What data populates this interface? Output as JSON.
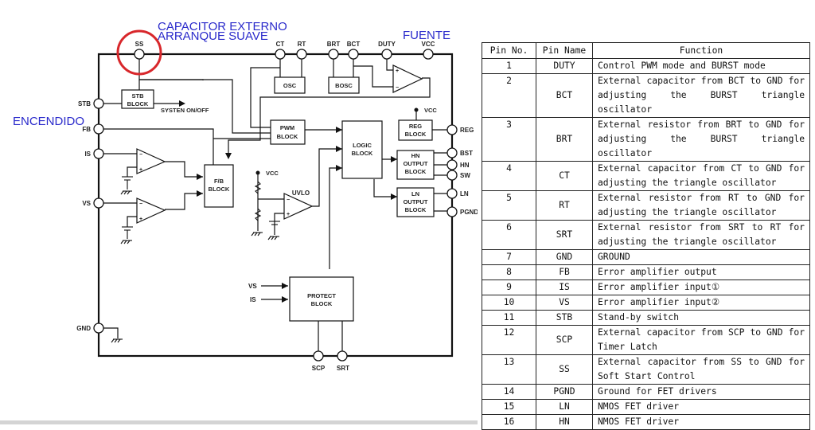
{
  "annotations": {
    "capacitor_line1": "CAPACITOR EXTERNO",
    "capacitor_line2": "ARRANQUE SUAVE",
    "fuente": "FUENTE",
    "encendido": "ENCENDIDO",
    "annotation_color": "#2a2acb",
    "highlight_color": "#d8272b"
  },
  "diagram": {
    "pins_top": [
      "SS",
      "CT",
      "RT",
      "BRT",
      "BCT",
      "DUTY",
      "VCC"
    ],
    "pins_left": [
      "STB",
      "FB",
      "IS",
      "VS",
      "GND"
    ],
    "pins_right": [
      "REG",
      "BST",
      "HN",
      "SW",
      "LN",
      "PGND"
    ],
    "pins_bottom": [
      "SCP",
      "SRT"
    ],
    "blocks": {
      "osc": "OSC",
      "bosc": "BOSC",
      "stb_l1": "STB",
      "stb_l2": "BLOCK",
      "pwm_l1": "PWM",
      "pwm_l2": "BLOCK",
      "logic_l1": "LOGIC",
      "logic_l2": "BLOCK",
      "reg_l1": "REG",
      "reg_l2": "BLOCK",
      "hn_l1": "HN",
      "hn_l2": "OUTPUT",
      "hn_l3": "BLOCK",
      "ln_l1": "LN",
      "ln_l2": "OUTPUT",
      "ln_l3": "BLOCK",
      "fb_l1": "F/B",
      "fb_l2": "BLOCK",
      "protect_l1": "PROTECT",
      "protect_l2": "BLOCK",
      "uvlo": "UVLO"
    },
    "system_onoff": "SYSTEN ON/OFF",
    "vcc_label": "VCC",
    "protect_in_vs": "VS",
    "protect_in_is": "IS"
  },
  "table": {
    "headers": [
      "Pin No.",
      "Pin Name",
      "Function"
    ],
    "rows": [
      {
        "no": "1",
        "name": "DUTY",
        "fn": "Control PWM mode and BURST mode"
      },
      {
        "no": "2",
        "name": "BCT",
        "fn": "External capacitor from BCT to GND for adjusting the BURST triangle oscillator"
      },
      {
        "no": "3",
        "name": "BRT",
        "fn": "External resistor from BRT to GND for adjusting the BURST triangle oscillator"
      },
      {
        "no": "4",
        "name": "CT",
        "fn": "External capacitor from CT to GND for adjusting the triangle oscillator"
      },
      {
        "no": "5",
        "name": "RT",
        "fn": "External resistor from RT to GND for adjusting the triangle oscillator"
      },
      {
        "no": "6",
        "name": "SRT",
        "fn": "External resistor from SRT to RT for adjusting the triangle oscillator"
      },
      {
        "no": "7",
        "name": "GND",
        "fn": "GROUND"
      },
      {
        "no": "8",
        "name": "FB",
        "fn": "Error amplifier output"
      },
      {
        "no": "9",
        "name": "IS",
        "fn": "Error amplifier input①"
      },
      {
        "no": "10",
        "name": "VS",
        "fn": "Error amplifier input②"
      },
      {
        "no": "11",
        "name": "STB",
        "fn": "Stand-by switch"
      },
      {
        "no": "12",
        "name": "SCP",
        "fn": "External capacitor from SCP to GND for Timer Latch"
      },
      {
        "no": "13",
        "name": "SS",
        "fn": "External capacitor from SS to GND for Soft Start Control"
      },
      {
        "no": "14",
        "name": "PGND",
        "fn": "Ground for FET drivers"
      },
      {
        "no": "15",
        "name": "LN",
        "fn": "NMOS FET driver"
      },
      {
        "no": "16",
        "name": "HN",
        "fn": "NMOS FET driver"
      }
    ]
  }
}
